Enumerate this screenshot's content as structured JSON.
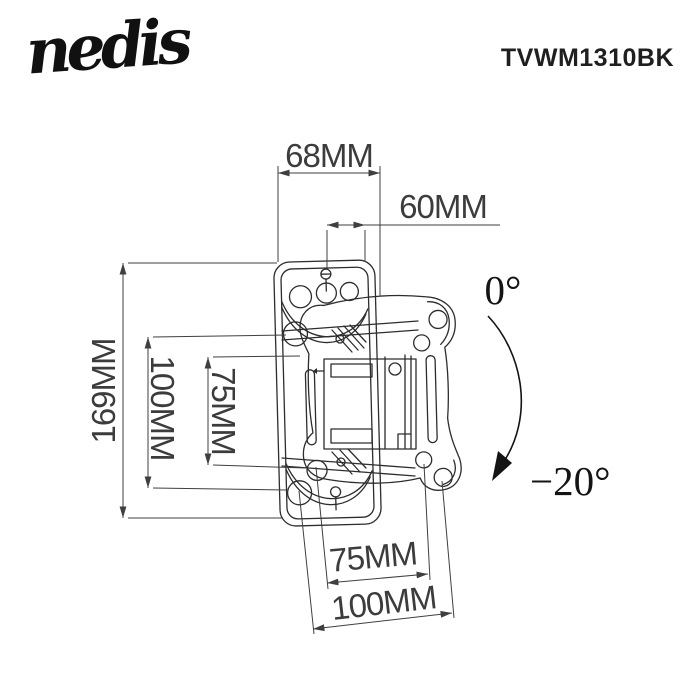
{
  "header": {
    "brand": "nedis",
    "product_code": "TVWM1310BK"
  },
  "dims": {
    "top_width": "68MM",
    "hole_spacing_top": "60MM",
    "total_height": "169MM",
    "height_100": "100MM",
    "height_75": "75MM",
    "vesa_width_75": "75MM",
    "vesa_width_100": "100MM"
  },
  "tilt": {
    "from": "0°",
    "to": "−20°"
  },
  "colors": {
    "line": "#2d2d2d",
    "dimension": "#3f3f3f",
    "text": "#141414"
  }
}
